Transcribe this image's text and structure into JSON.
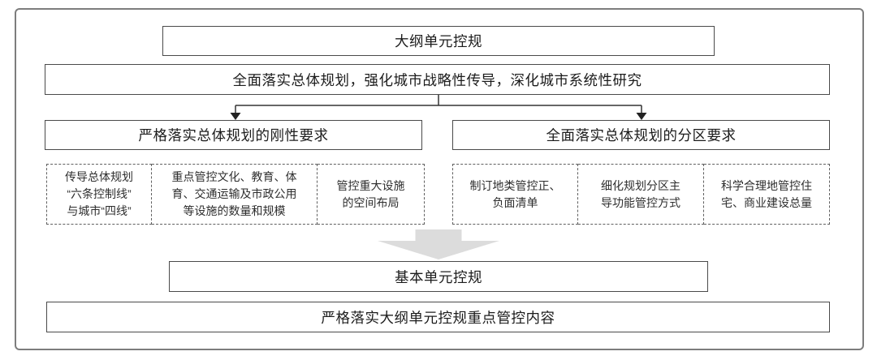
{
  "diagram": {
    "top_box": "大纲单元控规",
    "strategy_box": "全面落实总体规划，强化城市战略性传导，深化城市系统性研究",
    "left_branch": {
      "header": "严格落实总体规划的刚性要求",
      "items": [
        "传导总体规划\n“六条控制线”\n与城市“四线”",
        "重点管控文化、教育、体\n育、交通运输及市政公用\n等设施的数量和规模",
        "管控重大设施\n的空间布局"
      ]
    },
    "right_branch": {
      "header": "全面落实总体规划的分区要求",
      "items": [
        "制订地类管控正、\n负面清单",
        "细化规划分区主\n导功能管控方式",
        "科学合理地管控住\n宅、商业建设总量"
      ]
    },
    "bottom_box": "基本单元控规",
    "bottom_requirement": "严格落实大纲单元控规重点管控内容"
  },
  "colors": {
    "frame_border": "#7d7d7d",
    "box_border": "#4a4a4a",
    "dashed_border": "#606060",
    "connector": "#333333",
    "big_arrow_fill": "#dcdcdc",
    "text": "#1c1c1c",
    "background": "#ffffff"
  }
}
